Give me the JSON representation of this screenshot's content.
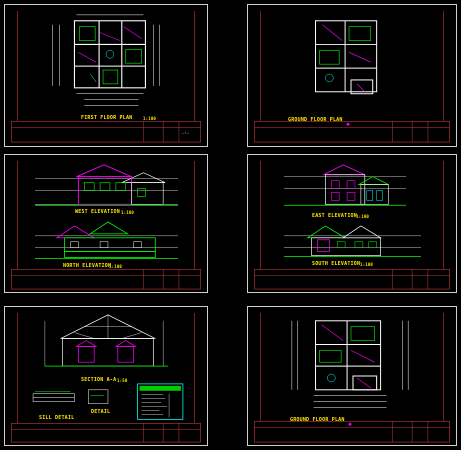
{
  "sheets": [
    {
      "id": "s1",
      "title": "FIRST FLOOR PLAN",
      "scale": "1:100"
    },
    {
      "id": "s2",
      "title": "GROUND FLOOR PLAN",
      "scale": ""
    },
    {
      "id": "s3",
      "titles": [
        "WEST ELEVATION",
        "NORTH ELEVATION"
      ],
      "scales": [
        "1:100",
        "1:100"
      ]
    },
    {
      "id": "s4",
      "titles": [
        "EAST ELEVATION",
        "SOUTH ELEVATION"
      ],
      "scales": [
        "1:100",
        "1:100"
      ]
    },
    {
      "id": "s5",
      "titles": [
        "SECTION A-A",
        "DETAIL",
        "SILL DETAIL"
      ],
      "scales": [
        "1:50",
        "",
        ""
      ]
    },
    {
      "id": "s6",
      "title": "GROUND FLOOR PLAN",
      "scale": ""
    }
  ],
  "colors": {
    "frame": "#cfcfcf",
    "title": "#ffea00",
    "walls": "#ffffff",
    "roof": "#00ff00",
    "accent": "#ff00ff",
    "tb": "#c23b3b",
    "dim": "#ffffff"
  }
}
